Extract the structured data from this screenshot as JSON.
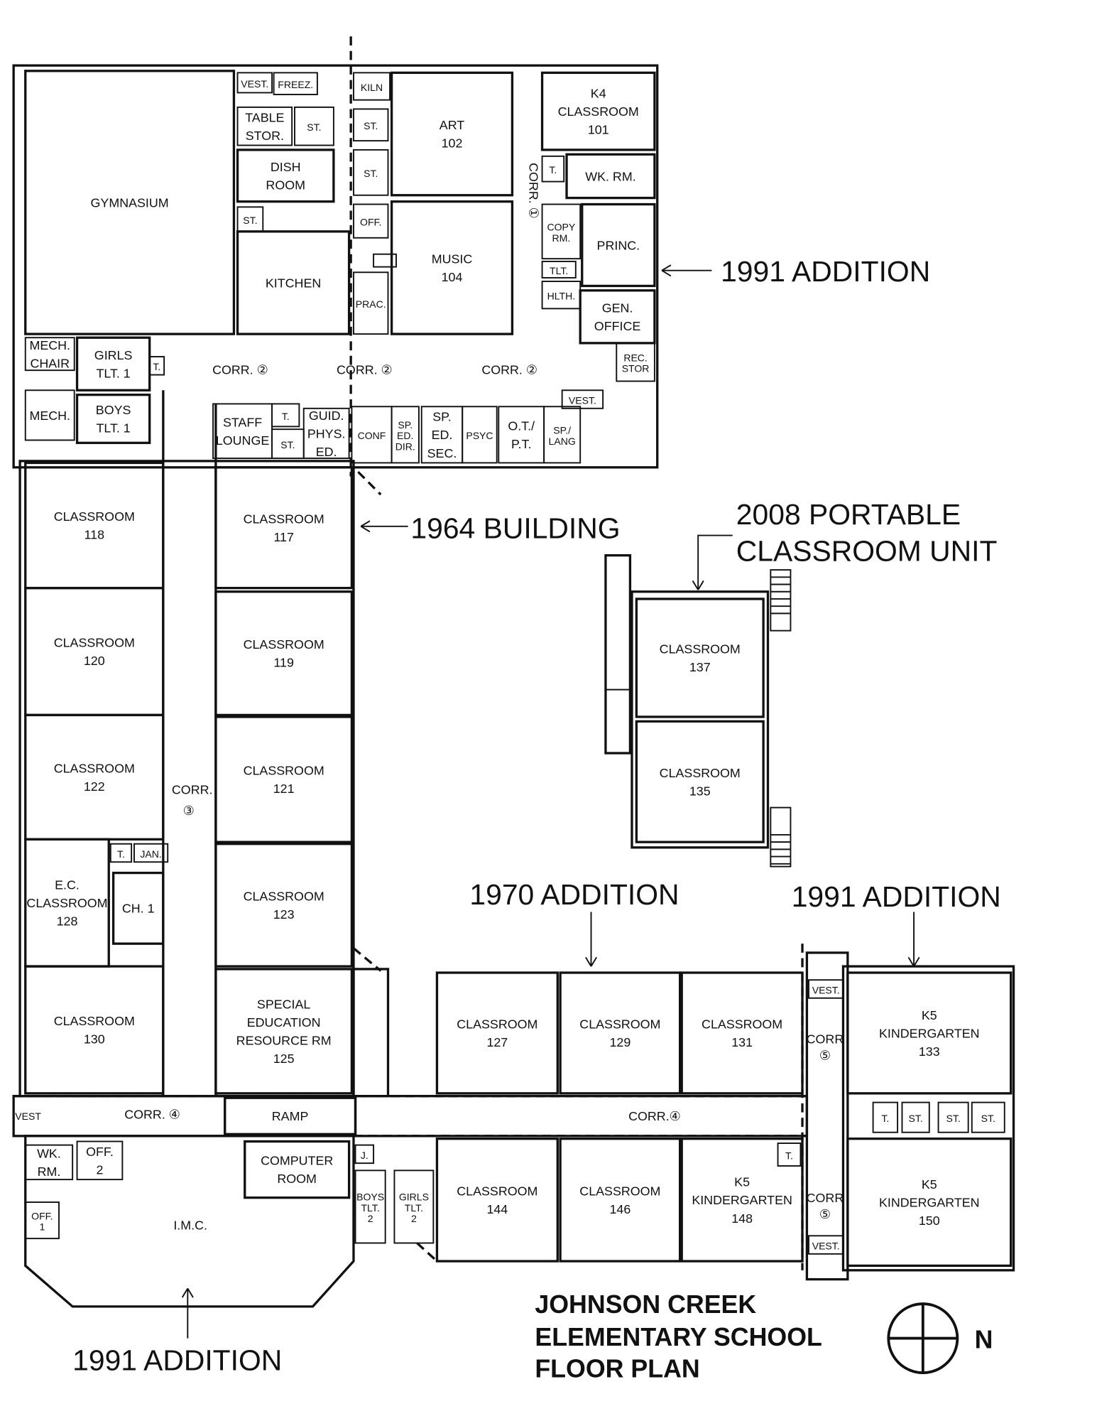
{
  "rooms": {
    "gymnasium": [
      "GYMNASIUM"
    ],
    "vest_top": [
      "VEST."
    ],
    "freezer": [
      "FREEZ."
    ],
    "table_stor": [
      "TABLE",
      "STOR."
    ],
    "st_kitchen_1": [
      "ST."
    ],
    "dish_room": [
      "DISH",
      "ROOM"
    ],
    "st_kitchen_2": [
      "ST."
    ],
    "kitchen": [
      "KITCHEN"
    ],
    "kiln": [
      "KILN"
    ],
    "st_art_1": [
      "ST."
    ],
    "st_art_2": [
      "ST."
    ],
    "off_music": [
      "OFF."
    ],
    "prac": [
      "PRAC."
    ],
    "art": [
      "ART",
      "102"
    ],
    "music": [
      "MUSIC",
      "104"
    ],
    "k4": [
      "K4",
      "CLASSROOM",
      "101"
    ],
    "t_office": [
      "T."
    ],
    "wk_rm": [
      "WK. RM."
    ],
    "copy_rm": [
      "COPY",
      "RM."
    ],
    "princ": [
      "PRINC."
    ],
    "tlt_office": [
      "TLT."
    ],
    "hlth": [
      "HLTH."
    ],
    "gen_office": [
      "GEN.",
      "OFFICE"
    ],
    "rec_stor": [
      "REC.",
      "STOR"
    ],
    "vest_office": [
      "VEST."
    ],
    "mech_chair": [
      "MECH.",
      "CHAIR"
    ],
    "girls_tlt_1": [
      "GIRLS",
      "TLT. 1"
    ],
    "t_girls": [
      "T."
    ],
    "mech": [
      "MECH."
    ],
    "boys_tlt_1": [
      "BOYS",
      "TLT. 1"
    ],
    "staff_lounge": [
      "STAFF",
      "LOUNGE"
    ],
    "t_staff": [
      "T."
    ],
    "st_staff": [
      "ST."
    ],
    "guid": [
      "GUID.",
      "PHYS.",
      "ED."
    ],
    "conf": [
      "CONF"
    ],
    "sp_ed_dir": [
      "SP.",
      "ED.",
      "DIR."
    ],
    "sp_ed_sec": [
      "SP.",
      "ED.",
      "SEC."
    ],
    "psyc": [
      "PSYC"
    ],
    "ot_pt": [
      "O.T./",
      "P.T."
    ],
    "sp_lang": [
      "SP./",
      "LANG"
    ],
    "c118": [
      "CLASSROOM",
      "118"
    ],
    "c120": [
      "CLASSROOM",
      "120"
    ],
    "c122": [
      "CLASSROOM",
      "122"
    ],
    "ec128": [
      "E.C.",
      "CLASSROOM",
      "128"
    ],
    "t_ec": [
      "T."
    ],
    "jan": [
      "JAN."
    ],
    "ch1": [
      "CH. 1"
    ],
    "c130": [
      "CLASSROOM",
      "130"
    ],
    "c117": [
      "CLASSROOM",
      "117"
    ],
    "c119": [
      "CLASSROOM",
      "119"
    ],
    "c121": [
      "CLASSROOM",
      "121"
    ],
    "c123": [
      "CLASSROOM",
      "123"
    ],
    "c125": [
      "SPECIAL",
      "EDUCATION",
      "RESOURCE RM",
      "125"
    ],
    "ramp": [
      "RAMP"
    ],
    "c127": [
      "CLASSROOM",
      "127"
    ],
    "c129": [
      "CLASSROOM",
      "129"
    ],
    "c131": [
      "CLASSROOM",
      "131"
    ],
    "c144": [
      "CLASSROOM",
      "144"
    ],
    "c146": [
      "CLASSROOM",
      "146"
    ],
    "k148": [
      "K5",
      "KINDERGARTEN",
      "148"
    ],
    "k133": [
      "K5",
      "KINDERGARTEN",
      "133"
    ],
    "k150": [
      "K5",
      "KINDERGARTEN",
      "150"
    ],
    "t_east": [
      "T."
    ],
    "st_east_1": [
      "ST."
    ],
    "st_east_2": [
      "ST."
    ],
    "st_east_3": [
      "ST."
    ],
    "t_148": [
      "T."
    ],
    "vest_east_1": [
      "VEST."
    ],
    "vest_east_2": [
      "VEST."
    ],
    "vest_west": [
      "VEST"
    ],
    "wk_rm_imc": [
      "WK.",
      "RM."
    ],
    "off2": [
      "OFF.",
      "2"
    ],
    "off1": [
      "OFF.",
      "1"
    ],
    "imc": [
      "I.M.C."
    ],
    "computer_room": [
      "COMPUTER",
      "ROOM"
    ],
    "j": [
      "J."
    ],
    "boys_tlt_2": [
      "BOYS",
      "TLT.",
      "2"
    ],
    "girls_tlt_2": [
      "GIRLS",
      "TLT.",
      "2"
    ],
    "c137": [
      "CLASSROOM",
      "137"
    ],
    "c135": [
      "CLASSROOM",
      "135"
    ]
  },
  "corridors": {
    "corr1": "CORR. ①",
    "corr2": "CORR. ②",
    "corr3": "CORR.",
    "corr3_num": "③",
    "corr4": "CORR. ④",
    "corr4b": "CORR.④",
    "corr5": "CORR",
    "corr5_num": "⑤"
  },
  "annotations": {
    "addition_1991_office": "1991 ADDITION",
    "building_1964": "1964 BUILDING",
    "portable_line1": "2008 PORTABLE",
    "portable_line2": "CLASSROOM UNIT",
    "addition_1970": "1970 ADDITION",
    "addition_1991_east": "1991 ADDITION",
    "addition_1991_imc": "1991 ADDITION"
  },
  "title": {
    "line1": "JOHNSON CREEK",
    "line2": "ELEMENTARY SCHOOL",
    "line3": "FLOOR PLAN"
  },
  "compass": {
    "label": "N"
  }
}
